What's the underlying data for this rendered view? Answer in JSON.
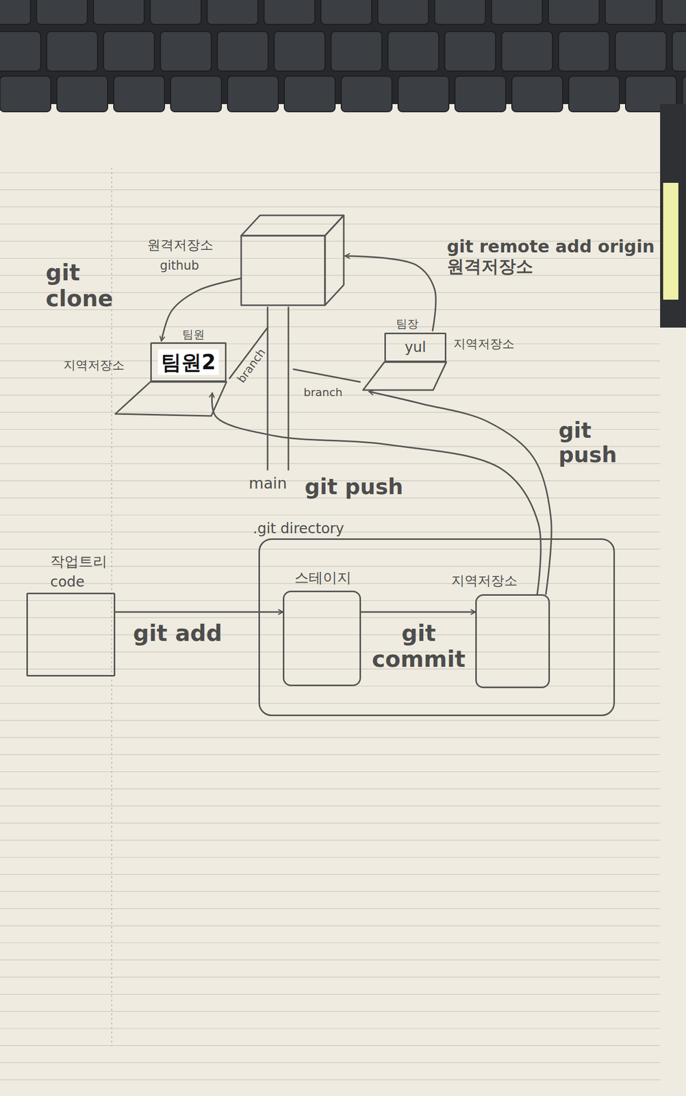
{
  "diagram": {
    "nodes": [
      {
        "text": [
          "원격저장소",
          "github"
        ]
      },
      {
        "text": [
          "팀원",
          "팀원2"
        ]
      },
      {
        "text": [
          "팀장",
          "yul"
        ]
      },
      {
        "text": [
          "작업트리",
          "code"
        ]
      },
      {
        "text": [
          ".git directory"
        ]
      },
      {
        "text": [
          "스테이지"
        ],
        "in": 4
      },
      {
        "text": [
          "지역저장소"
        ],
        "in": 4
      }
    ],
    "edges": [
      {
        "from": 0,
        "to": 1,
        "label": "git clone",
        "arrow": "to"
      },
      {
        "from": 2,
        "to": 0,
        "label": "git remote add origin원격저장소",
        "arrow": "to"
      },
      {
        "from": 3,
        "to": 5,
        "label": "git add",
        "arrow": "to"
      },
      {
        "from": 5,
        "to": 6,
        "label": "git commit",
        "arrow": "to"
      },
      {
        "from": 6,
        "to": 1,
        "label": "git push",
        "arrow": "to"
      },
      {
        "from": 6,
        "to": 2,
        "label": "git push",
        "arrow": "to"
      }
    ],
    "labels": [
      "지역저장소",
      "지역저장소",
      "branch",
      "branch",
      "main"
    ]
  }
}
